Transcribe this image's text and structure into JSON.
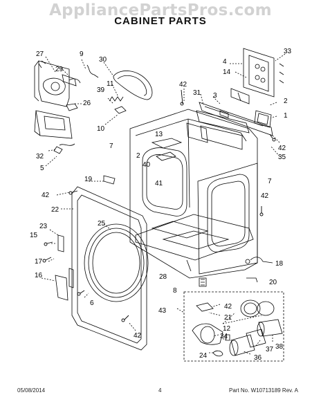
{
  "watermark": "AppliancePartsPros.com",
  "title": "CABINET PARTS",
  "footer": {
    "date": "05/08/2014",
    "page": "4",
    "part_number": "Part No. W10713189  Rev. A"
  },
  "callouts": [
    "27",
    "9",
    "30",
    "29",
    "11",
    "39",
    "26",
    "10",
    "32",
    "5",
    "42",
    "31",
    "3",
    "13",
    "7",
    "2",
    "40",
    "41",
    "33",
    "4",
    "14",
    "2",
    "1",
    "42",
    "35",
    "19",
    "42",
    "22",
    "25",
    "23",
    "15",
    "17",
    "16",
    "6",
    "42",
    "7",
    "42",
    "18",
    "28",
    "8",
    "20",
    "43",
    "42",
    "21",
    "12",
    "34",
    "24",
    "36",
    "37",
    "38"
  ]
}
